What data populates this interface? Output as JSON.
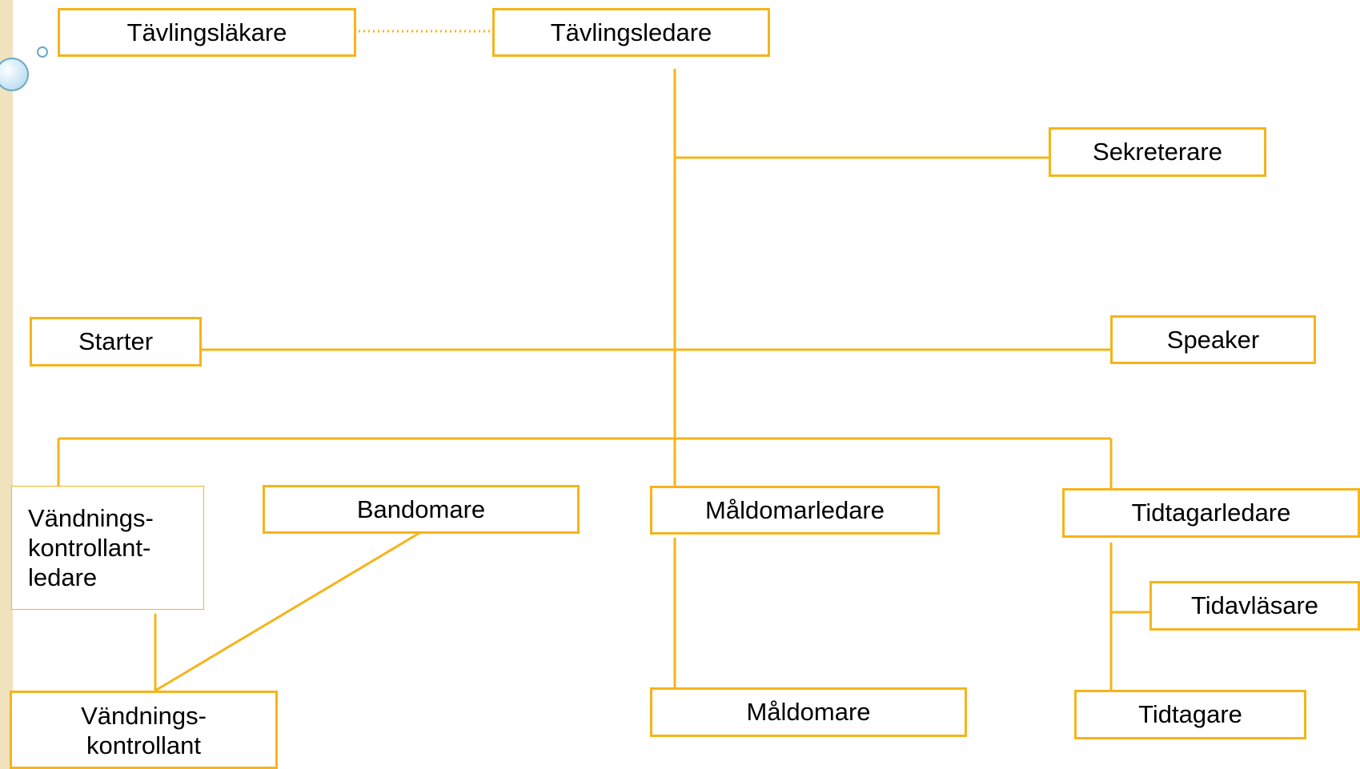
{
  "colors": {
    "accent": "#f6b41a",
    "text": "#000000",
    "background": "#ffffff",
    "bubble": "#6aa8c9"
  },
  "nodes": {
    "tavlingslakare": "Tävlingsläkare",
    "tavlingsledare": "Tävlingsledare",
    "sekreterare": "Sekreterare",
    "starter": "Starter",
    "speaker": "Speaker",
    "vandningskontrollantledare": "Vändnings-\nkontrollant-\nledare",
    "bandomare": "Bandomare",
    "maldomarledare": "Måldomarledare",
    "tidtagarledare": "Tidtagarledare",
    "tidavlasare": "Tidavläsare",
    "vandningskontrollant": "Vändnings-\nkontrollant",
    "maldomare": "Måldomare",
    "tidtagare": "Tidtagare"
  }
}
